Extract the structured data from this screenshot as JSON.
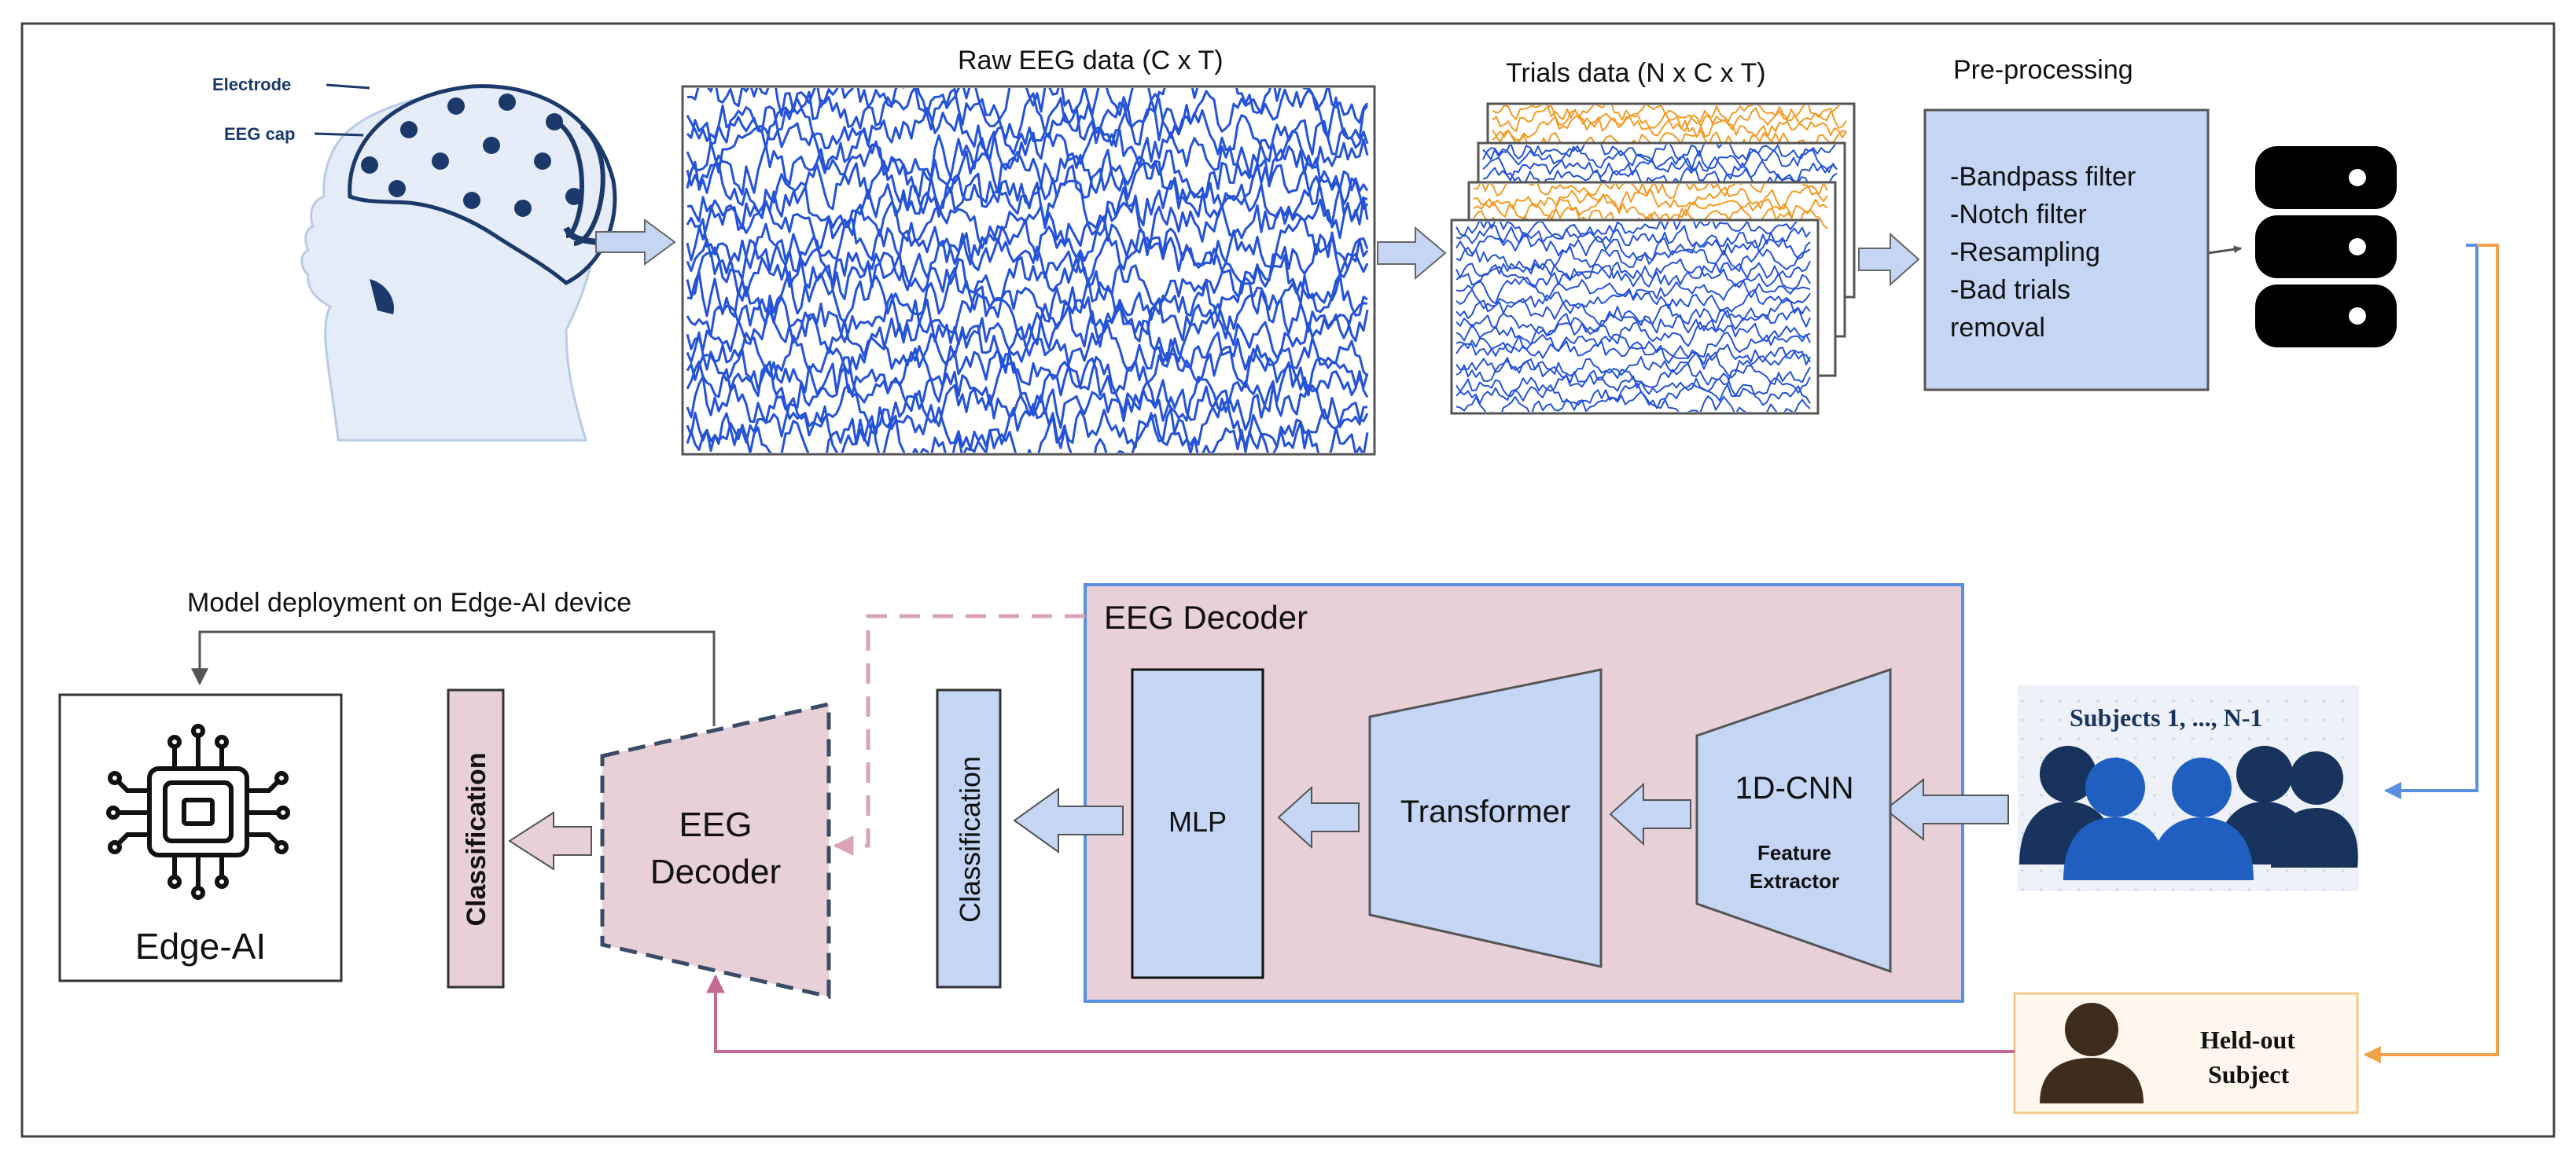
{
  "head_labels": {
    "electrode": "Electrode",
    "eeg_cap": "EEG cap"
  },
  "raw_eeg": {
    "title": "Raw EEG data (C x T)"
  },
  "trials": {
    "title": "Trials data (N x C x T)"
  },
  "preprocessing": {
    "title": "Pre-processing",
    "steps": [
      "-Bandpass filter",
      "-Notch filter",
      "-Resampling",
      "-Bad trials",
      "removal"
    ]
  },
  "subjects": {
    "label": "Subjects 1, ..., N-1"
  },
  "held_out": {
    "line1": "Held-out",
    "line2": "Subject"
  },
  "decoder_panel": {
    "title": "EEG Decoder",
    "cnn": "1D-CNN",
    "feature_line1": "Feature",
    "feature_line2": "Extractor",
    "transformer": "Transformer",
    "mlp": "MLP",
    "classification": "Classification"
  },
  "deployed": {
    "decoder_line1": "EEG",
    "decoder_line2": "Decoder",
    "classification": "Classification"
  },
  "deployment": {
    "label": "Model deployment on Edge-AI device"
  },
  "edge": {
    "label": "Edge-AI"
  },
  "colors": {
    "blue_fill": "#c5d6f5",
    "pink_fill": "#e8d0d8",
    "orange": "#f0a24a",
    "eeg_blue": "#2553d8",
    "eeg_orange": "#f39a26",
    "navy": "#17335e",
    "subject_blue": "#1f5fbf",
    "pink_line": "#c46b93"
  }
}
